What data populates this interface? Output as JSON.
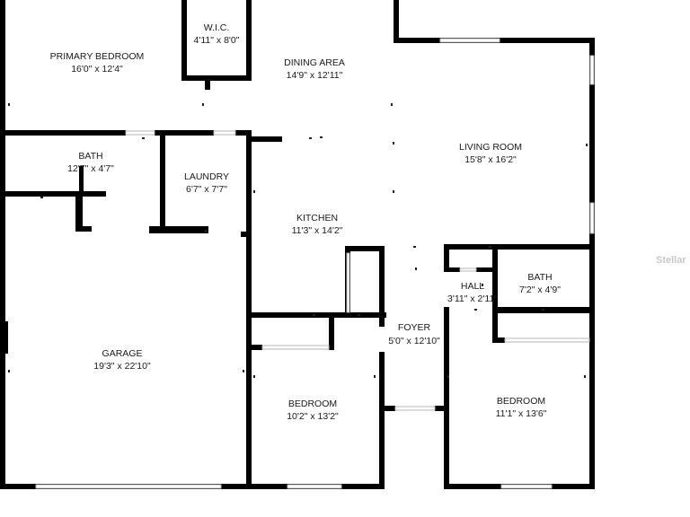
{
  "rooms": [
    {
      "id": "primary-bedroom",
      "name": "PRIMARY BEDROOM",
      "dims": "16'0\" x 12'4\""
    },
    {
      "id": "wic",
      "name": "W.I.C.",
      "dims": "4'11\" x 8'0\""
    },
    {
      "id": "dining-area",
      "name": "DINING AREA",
      "dims": "14'9\" x 12'11\""
    },
    {
      "id": "living-room",
      "name": "LIVING ROOM",
      "dims": "15'8\" x 16'2\""
    },
    {
      "id": "primary-bath",
      "name": "BATH",
      "dims": "12'7\" x 4'7\""
    },
    {
      "id": "laundry",
      "name": "LAUNDRY",
      "dims": "6'7\" x 7'7\""
    },
    {
      "id": "kitchen",
      "name": "KITCHEN",
      "dims": "11'3\" x 14'2\""
    },
    {
      "id": "hall",
      "name": "HALL",
      "dims": "3'11\" x 2'11\""
    },
    {
      "id": "bath-2",
      "name": "BATH",
      "dims": "7'2\" x 4'9\""
    },
    {
      "id": "foyer",
      "name": "FOYER",
      "dims": "5'0\" x 12'10\""
    },
    {
      "id": "garage",
      "name": "GARAGE",
      "dims": "19'3\" x 22'10\""
    },
    {
      "id": "bedroom-2",
      "name": "BEDROOM",
      "dims": "10'2\" x 13'2\""
    },
    {
      "id": "bedroom-3",
      "name": "BEDROOM",
      "dims": "11'1\" x 13'6\""
    }
  ],
  "watermark": "Stellar",
  "colors": {
    "wall": "#000000",
    "background": "#ffffff",
    "window": "#b5b5b5",
    "text": "#1a1a1a"
  }
}
